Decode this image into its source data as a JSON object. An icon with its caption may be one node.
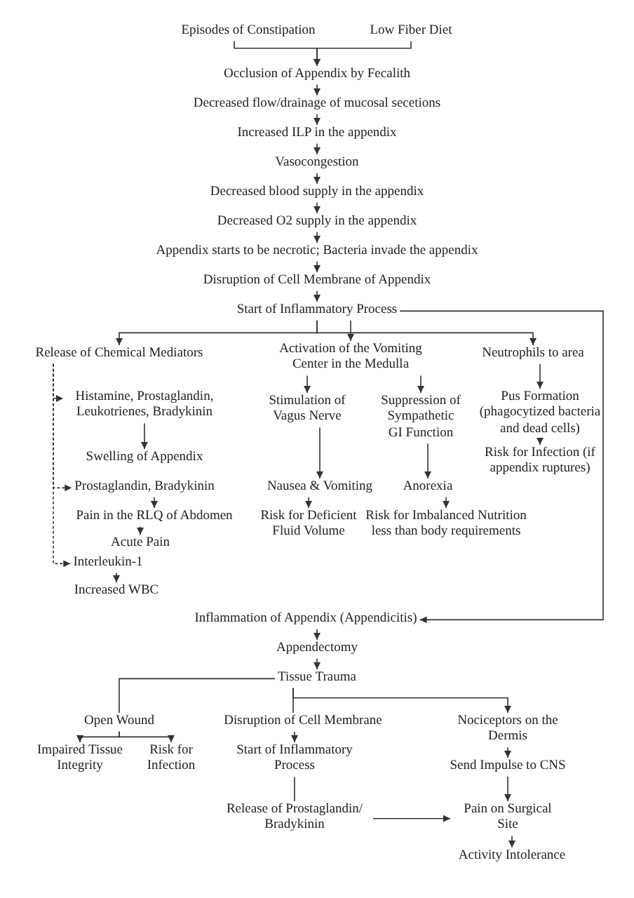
{
  "diagram": {
    "nodes": [
      {
        "text": [
          "Episodes of Constipation"
        ]
      },
      {
        "text": [
          "Low Fiber Diet"
        ]
      },
      {
        "text": [
          "Occlusion of Appendix by Fecalith"
        ]
      },
      {
        "text": [
          "Decreased flow/drainage of mucosal secetions"
        ]
      },
      {
        "text": [
          "Increased ILP in the appendix"
        ]
      },
      {
        "text": [
          "Vasocongestion"
        ]
      },
      {
        "text": [
          "Decreased blood supply in the appendix"
        ]
      },
      {
        "text": [
          "Decreased O2 supply in the appendix"
        ]
      },
      {
        "text": [
          "Appendix starts to be necrotic; Bacteria invade the appendix"
        ]
      },
      {
        "text": [
          "Disruption of Cell Membrane of Appendix"
        ]
      },
      {
        "text": [
          "Start of Inflammatory Process"
        ]
      },
      {
        "text": [
          "Release of Chemical Mediators"
        ]
      },
      {
        "text": [
          "Activation of the Vomiting Center in the Medulla"
        ]
      },
      {
        "text": [
          "Neutrophils to area"
        ]
      },
      {
        "text": [
          "Histamine, Prostaglandin, Leukotrienes, Bradykinin"
        ]
      },
      {
        "text": [
          "Swelling of Appendix"
        ]
      },
      {
        "text": [
          "Prostaglandin, Bradykinin"
        ]
      },
      {
        "text": [
          "Pain in the RLQ of Abdomen"
        ]
      },
      {
        "text": [
          "Acute Pain"
        ]
      },
      {
        "text": [
          "Interleukin-1"
        ]
      },
      {
        "text": [
          "Increased WBC"
        ]
      },
      {
        "text": [
          "Stimulation of Vagus Nerve"
        ]
      },
      {
        "text": [
          "Suppression of Sympathetic GI Function"
        ]
      },
      {
        "text": [
          "Pus Formation (phagocytized bacteria and dead cells)"
        ]
      },
      {
        "text": [
          "Risk for Infection (if appendix ruptures)"
        ]
      },
      {
        "text": [
          "Nausea & Vomiting"
        ]
      },
      {
        "text": [
          "Anorexia"
        ]
      },
      {
        "text": [
          "Risk for Deficient Fluid Volume"
        ]
      },
      {
        "text": [
          "Risk for Imbalanced Nutrition less than body requirements"
        ]
      },
      {
        "text": [
          "Inflammation of Appendix (Appendicitis)"
        ]
      },
      {
        "text": [
          "Appendectomy"
        ]
      },
      {
        "text": [
          "Tissue Trauma"
        ]
      },
      {
        "text": [
          "Open Wound"
        ]
      },
      {
        "text": [
          "Disruption of Cell Membrane"
        ]
      },
      {
        "text": [
          "Nociceptors on the Dermis"
        ]
      },
      {
        "text": [
          "Impaired Tissue Integrity"
        ]
      },
      {
        "text": [
          "Risk for Infection"
        ]
      },
      {
        "text": [
          "Start of Inflammatory Process"
        ]
      },
      {
        "text": [
          "Send Impulse to CNS"
        ]
      },
      {
        "text": [
          "Release of Prostaglandin/ Bradykinin"
        ]
      },
      {
        "text": [
          "Pain on Surgical Site"
        ]
      },
      {
        "text": [
          "Activity Intolerance"
        ]
      }
    ],
    "edges": [
      {
        "from": 0,
        "to": 2,
        "arrow": "to"
      },
      {
        "from": 1,
        "to": 2,
        "arrow": "to"
      },
      {
        "from": 2,
        "to": 3,
        "arrow": "to"
      },
      {
        "from": 3,
        "to": 4,
        "arrow": "to"
      },
      {
        "from": 4,
        "to": 5,
        "arrow": "to"
      },
      {
        "from": 5,
        "to": 6,
        "arrow": "to"
      },
      {
        "from": 6,
        "to": 7,
        "arrow": "to"
      },
      {
        "from": 7,
        "to": 8,
        "arrow": "to"
      },
      {
        "from": 8,
        "to": 9,
        "arrow": "to"
      },
      {
        "from": 9,
        "to": 10,
        "arrow": "to"
      },
      {
        "from": 10,
        "to": 11,
        "arrow": "to"
      },
      {
        "from": 10,
        "to": 12,
        "arrow": "to"
      },
      {
        "from": 10,
        "to": 13,
        "arrow": "to"
      },
      {
        "from": 10,
        "to": 29,
        "arrow": "to"
      },
      {
        "from": 11,
        "to": 14,
        "arrow": "to",
        "style": "dashed"
      },
      {
        "from": 11,
        "to": 16,
        "arrow": "to",
        "style": "dashed"
      },
      {
        "from": 11,
        "to": 19,
        "arrow": "to",
        "style": "dashed"
      },
      {
        "from": 14,
        "to": 15,
        "arrow": "to"
      },
      {
        "from": 16,
        "to": 17,
        "arrow": "to"
      },
      {
        "from": 17,
        "to": 18,
        "arrow": "to"
      },
      {
        "from": 19,
        "to": 20,
        "arrow": "to"
      },
      {
        "from": 12,
        "to": 21,
        "arrow": "to"
      },
      {
        "from": 12,
        "to": 22,
        "arrow": "to"
      },
      {
        "from": 13,
        "to": 23,
        "arrow": "to"
      },
      {
        "from": 23,
        "to": 24,
        "arrow": "to"
      },
      {
        "from": 21,
        "to": 25,
        "arrow": "to"
      },
      {
        "from": 25,
        "to": 27,
        "arrow": "to"
      },
      {
        "from": 22,
        "to": 26,
        "arrow": "to"
      },
      {
        "from": 26,
        "to": 28,
        "arrow": "to"
      },
      {
        "from": 29,
        "to": 30,
        "arrow": "to"
      },
      {
        "from": 30,
        "to": 31,
        "arrow": "to"
      },
      {
        "from": 31,
        "to": 32,
        "arrow": "none"
      },
      {
        "from": 31,
        "to": 33,
        "arrow": "none"
      },
      {
        "from": 31,
        "to": 34,
        "arrow": "to"
      },
      {
        "from": 32,
        "to": 35,
        "arrow": "to"
      },
      {
        "from": 32,
        "to": 36,
        "arrow": "to"
      },
      {
        "from": 33,
        "to": 37,
        "arrow": "to"
      },
      {
        "from": 37,
        "to": 39,
        "arrow": "none"
      },
      {
        "from": 39,
        "to": 40,
        "arrow": "to"
      },
      {
        "from": 34,
        "to": 38,
        "arrow": "to"
      },
      {
        "from": 38,
        "to": 40,
        "arrow": "to"
      },
      {
        "from": 40,
        "to": 41,
        "arrow": "to"
      }
    ]
  }
}
